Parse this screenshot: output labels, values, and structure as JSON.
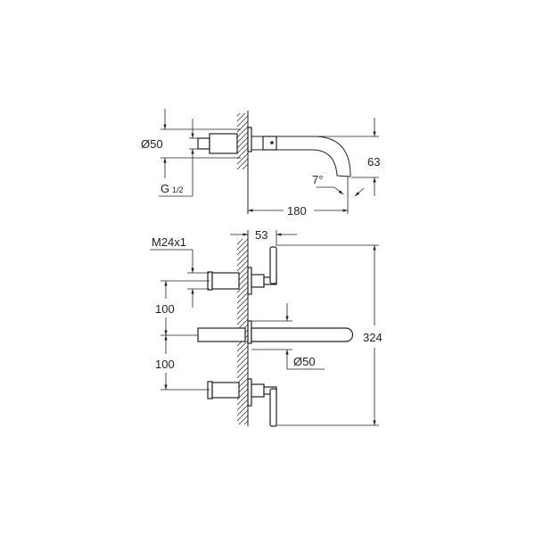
{
  "side_view": {
    "dia": "Ø50",
    "thread_g": "G",
    "thread_frac": "1/2",
    "height": "63",
    "angle": "7°",
    "length": "180"
  },
  "front_view": {
    "thread_m": "M24x1",
    "offset": "53",
    "spacing_top": "100",
    "spacing_bottom": "100",
    "total_height": "324",
    "dia": "Ø50"
  },
  "colors": {
    "line": "#222222",
    "background": "#ffffff"
  }
}
